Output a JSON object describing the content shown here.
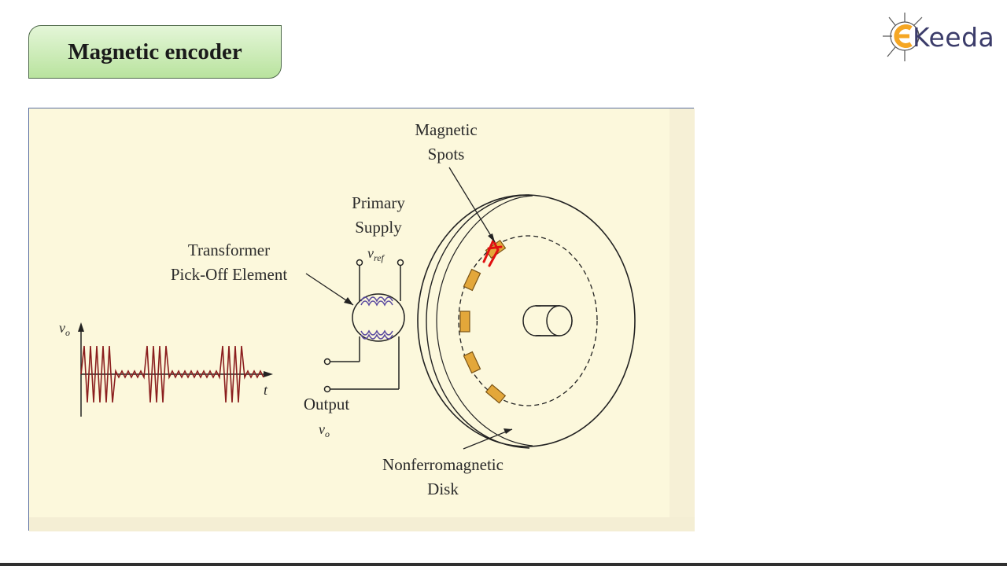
{
  "slide": {
    "title": "Magnetic encoder"
  },
  "logo": {
    "text": "Keeda",
    "accent_color": "#f5a623",
    "text_color": "#3b3c6a"
  },
  "diagram": {
    "labels": {
      "magnetic_spots_line1": "Magnetic",
      "magnetic_spots_line2": "Spots",
      "primary_supply_line1": "Primary",
      "primary_supply_line2": "Supply",
      "vref": "v",
      "vref_sub": "ref",
      "transformer_line1": "Transformer",
      "transformer_line2": "Pick-Off Element",
      "vo_axis": "v",
      "vo_axis_sub": "o",
      "t_axis": "t",
      "output": "Output",
      "output_vo": "v",
      "output_vo_sub": "o",
      "disk_line1": "Nonferromagnetic",
      "disk_line2": "Disk"
    },
    "colors": {
      "panel_bg": "#fcf8dc",
      "magnet_spot": "#e3a73a",
      "signal": "#8b1e1e",
      "annotation": "#e01010"
    }
  }
}
